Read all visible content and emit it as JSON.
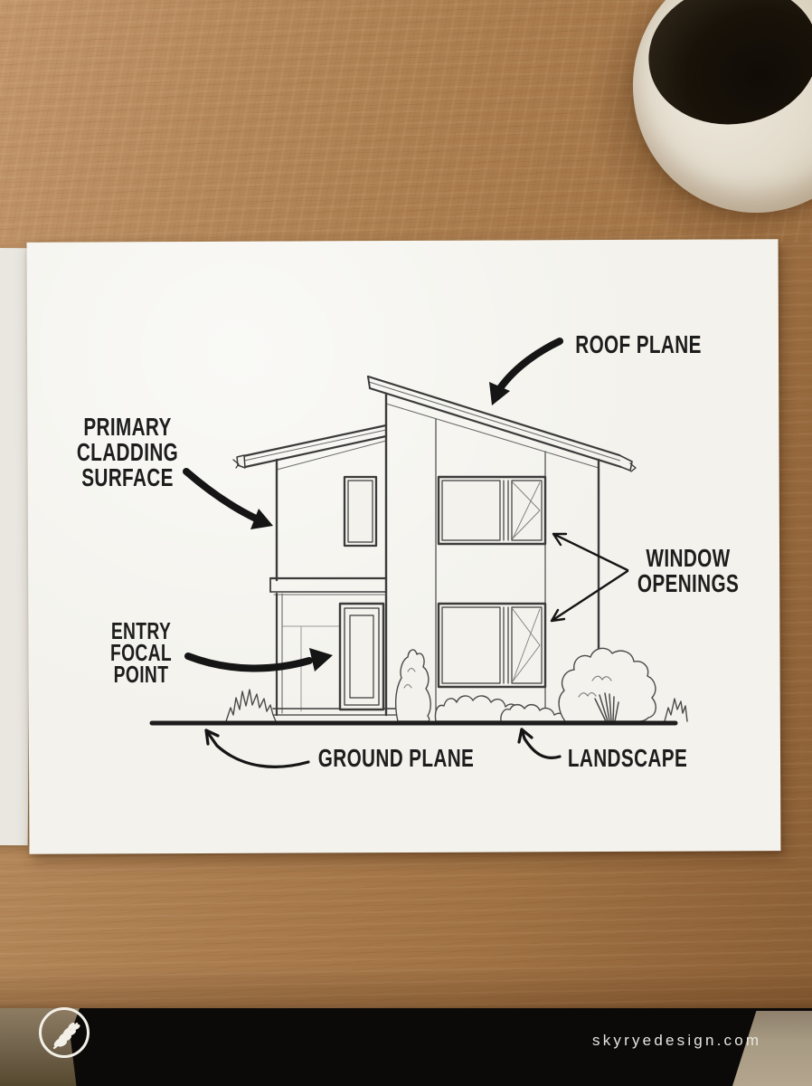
{
  "diagram": {
    "subject": "two-story modern house elevation sketch",
    "labels": {
      "roof_plane": {
        "text": "ROOF PLANE"
      },
      "primary_cladding": {
        "lines": [
          "PRIMARY",
          "CLADDING",
          "SURFACE"
        ]
      },
      "window_openings": {
        "lines": [
          "WINDOW",
          "OPENINGS"
        ]
      },
      "entry_focal_point": {
        "lines": [
          "ENTRY",
          "FOCAL",
          "POINT"
        ]
      },
      "ground_plane": {
        "text": "GROUND PLANE"
      },
      "landscape": {
        "text": "LANDSCAPE"
      }
    }
  },
  "branding": {
    "watermark": "skyryedesign.com",
    "logo_icon": "wheat-stalk-icon"
  },
  "colors": {
    "table_wood": "#a87a4c",
    "paper": "#f3f2ec",
    "label_ink": "#1d1d1d",
    "drawing_line": "#3b3b3b",
    "mug_ceramic": "#e3dccd",
    "coffee": "#181209",
    "floor_dark": "#0c0a08",
    "watermark_text": "#e7e5e0"
  }
}
